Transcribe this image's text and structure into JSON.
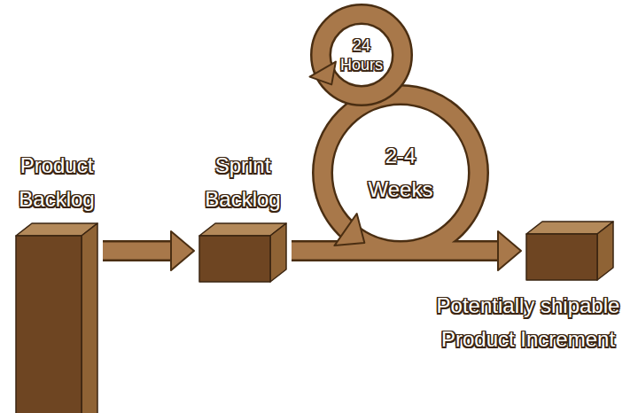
{
  "diagram": {
    "nodes": [
      {
        "text": [
          "Product Backlog"
        ]
      },
      {
        "text": [
          "Sprint Backlog"
        ]
      },
      {
        "text": [
          "Potentially shipable Product Increment"
        ]
      }
    ],
    "edges": [
      {
        "from": 0,
        "to": 1,
        "arrow": "to"
      },
      {
        "from": 1,
        "to": 2,
        "arrow": "to"
      }
    ],
    "labels": [
      "24 Hours",
      "2-4 Weeks"
    ]
  }
}
